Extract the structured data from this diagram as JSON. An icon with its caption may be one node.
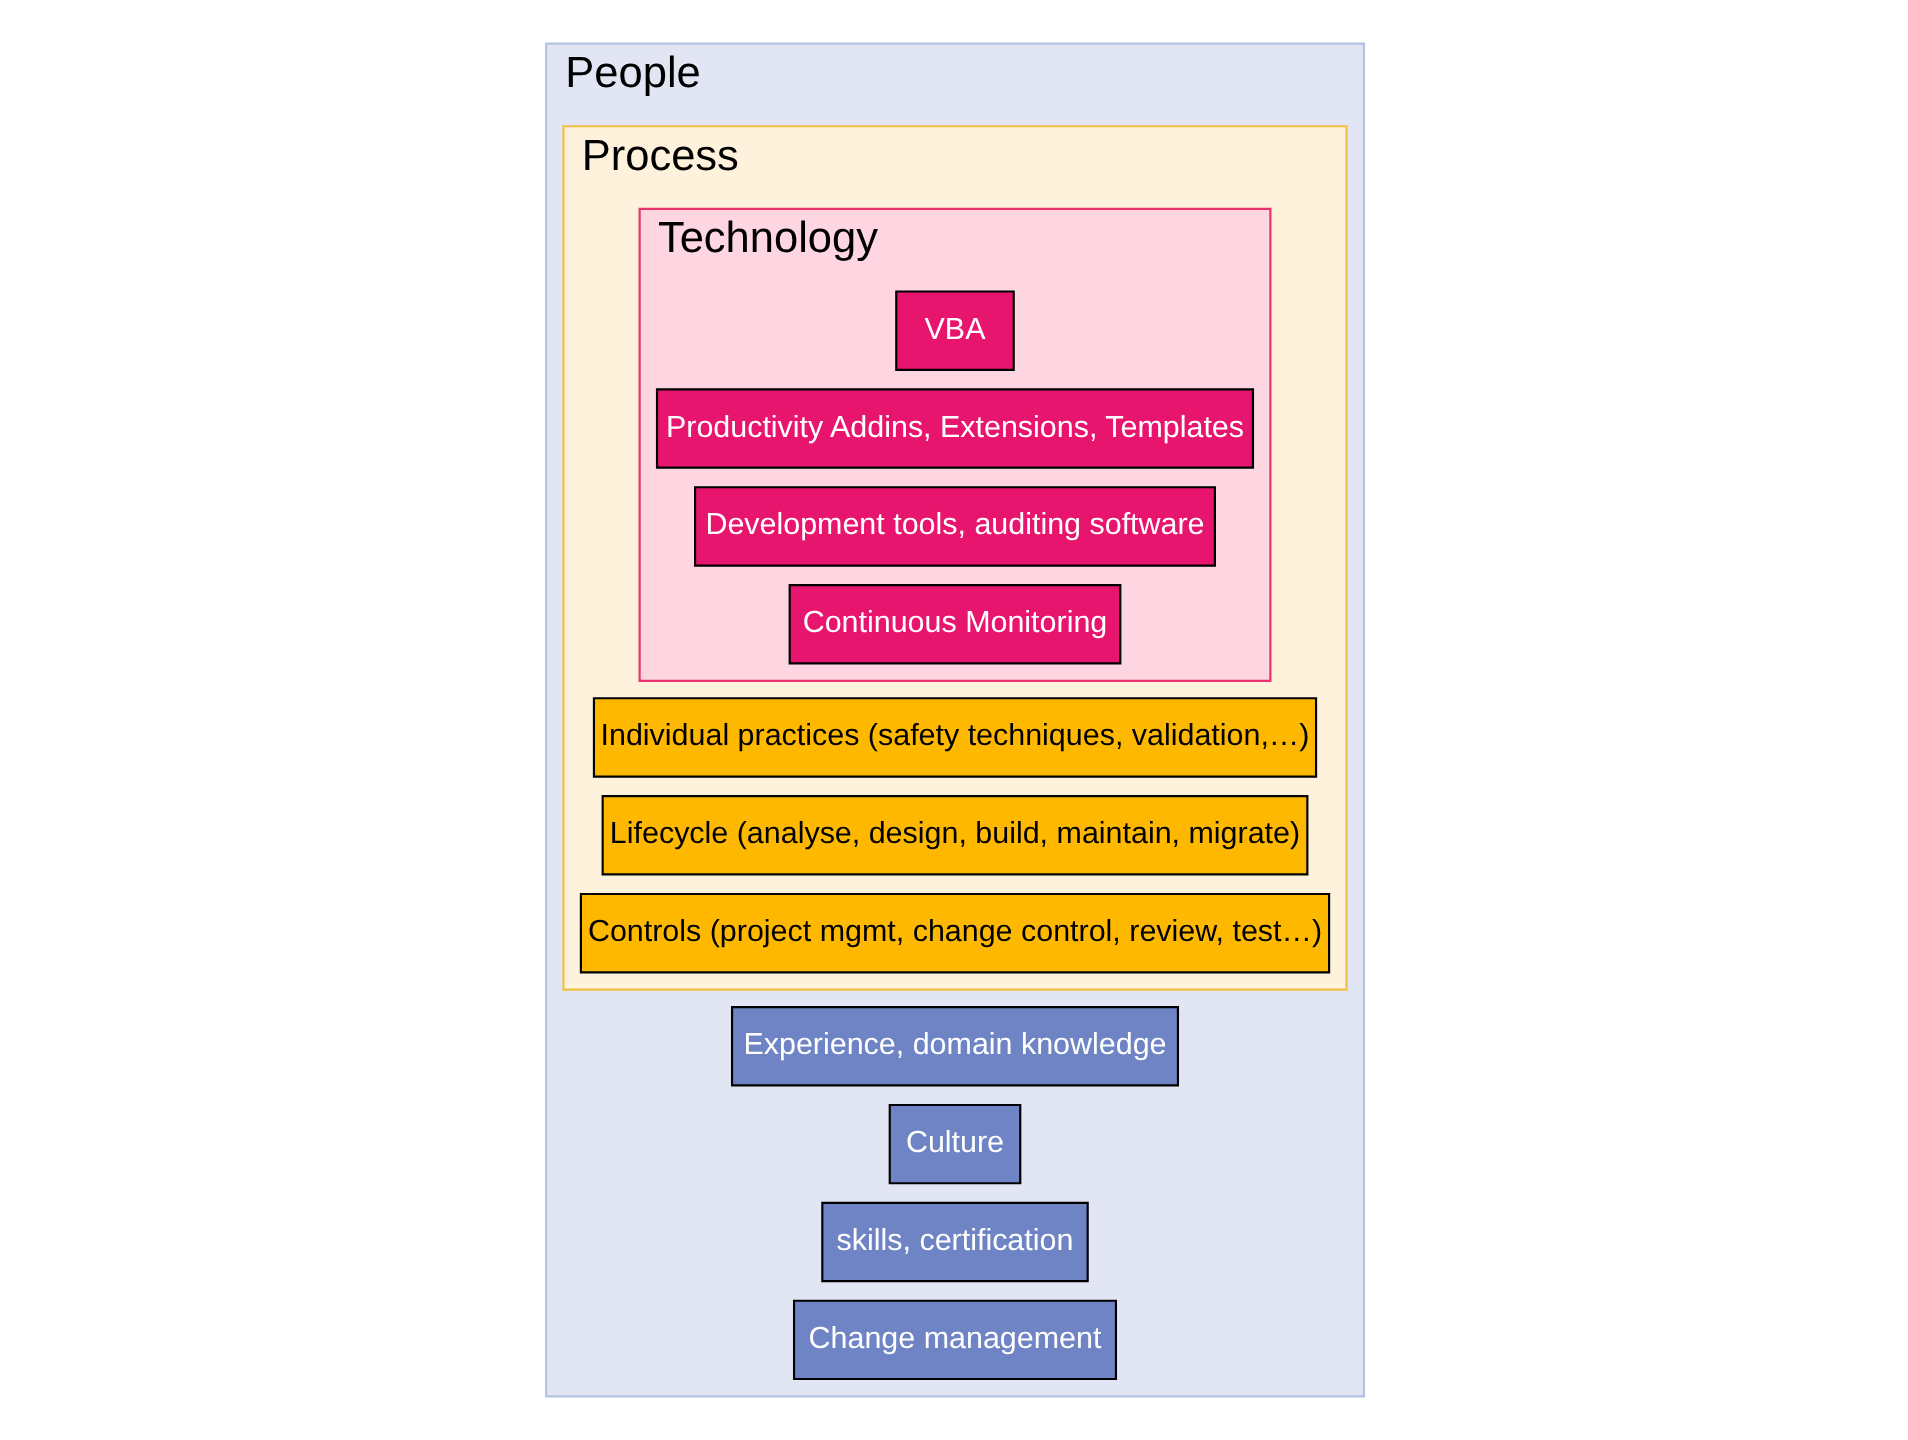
{
  "diagram": {
    "nodes": [
      {
        "text": [
          "People"
        ]
      },
      {
        "text": [
          "Experience, domain knowledge"
        ],
        "in": 0
      },
      {
        "text": [
          "Culture"
        ],
        "in": 0
      },
      {
        "text": [
          "skills, certification"
        ],
        "in": 0
      },
      {
        "text": [
          "Change management"
        ],
        "in": 0
      },
      {
        "text": [
          "Process"
        ],
        "in": 0
      },
      {
        "text": [
          "Individual practices (safety techniques, validation,…)"
        ],
        "in": 5
      },
      {
        "text": [
          "Lifecycle (analyse, design, build, maintain, migrate)"
        ],
        "in": 5
      },
      {
        "text": [
          "Controls (project mgmt, change control, review, test…)"
        ],
        "in": 5
      },
      {
        "text": [
          "Technology"
        ],
        "in": 5
      },
      {
        "text": [
          "VBA"
        ],
        "in": 9
      },
      {
        "text": [
          "Productivity Addins, Extensions, Templates"
        ],
        "in": 9
      },
      {
        "text": [
          "Development tools, auditing software"
        ],
        "in": 9
      },
      {
        "text": [
          "Continuous Monitoring"
        ],
        "in": 9
      }
    ]
  }
}
